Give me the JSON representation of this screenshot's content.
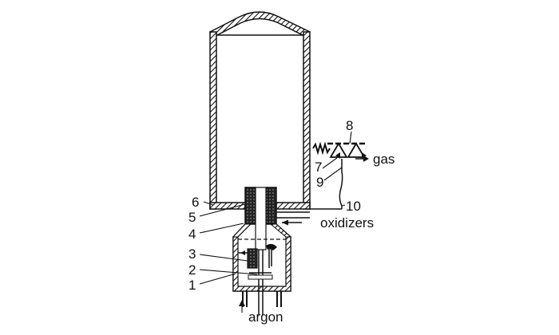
{
  "diagram": {
    "labels": {
      "n1": "1",
      "n2": "2",
      "n3": "3",
      "n4": "4",
      "n5": "5",
      "n6": "6",
      "n7": "7",
      "n8": "8",
      "n9": "9",
      "n10": "10",
      "gas": "gas",
      "oxidizers": "oxidizers",
      "argon": "argon"
    },
    "colors": {
      "line": "#111111",
      "background": "#ffffff"
    }
  }
}
